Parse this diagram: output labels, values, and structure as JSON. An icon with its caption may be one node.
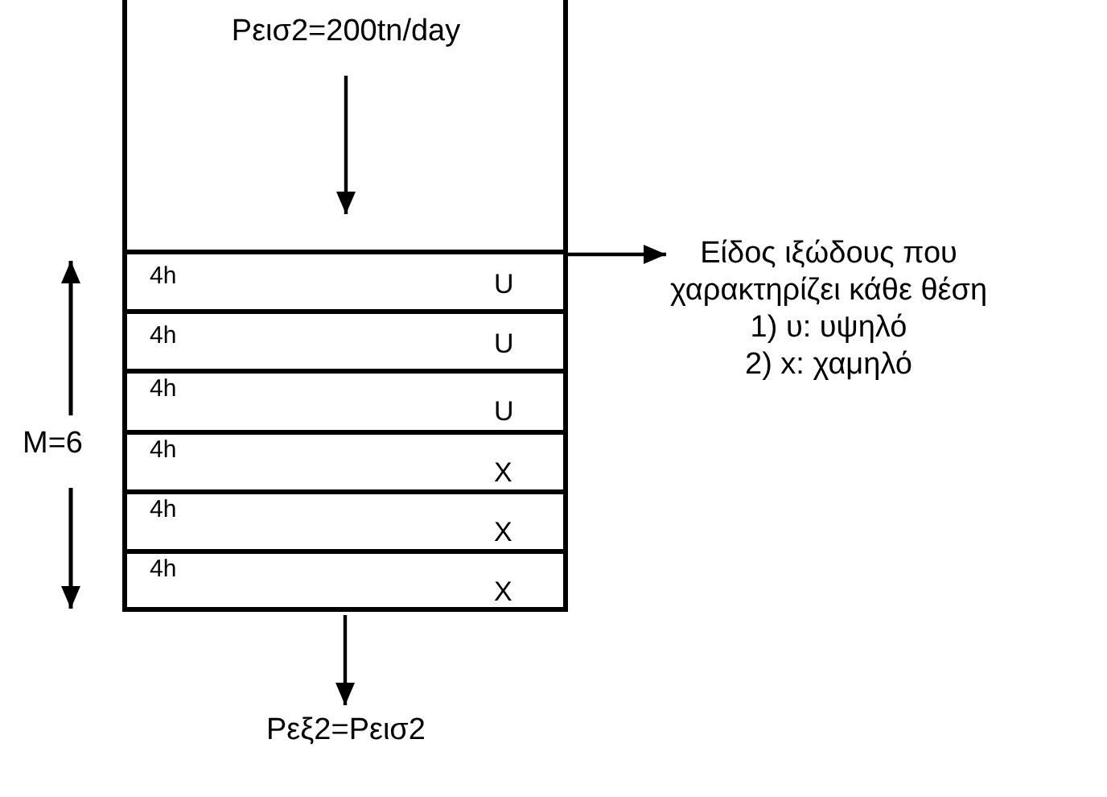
{
  "diagram": {
    "nodes": [
      {
        "text": [
          "Ρεισ2=200tn/day"
        ],
        "in": 1
      },
      {
        "text": [],
        "shape": "box"
      },
      {
        "text": [
          "4h",
          "U"
        ],
        "in": 1
      },
      {
        "text": [
          "4h",
          "U"
        ],
        "in": 1
      },
      {
        "text": [
          "4h",
          "U"
        ],
        "in": 1
      },
      {
        "text": [
          "4h",
          "X"
        ],
        "in": 1
      },
      {
        "text": [
          "4h",
          "X"
        ],
        "in": 1
      },
      {
        "text": [
          "4h",
          "X"
        ],
        "in": 1
      },
      {
        "text": [
          "Είδος ιξώδους που χαρακτηρίζει κάθε θέση",
          "1) υ: υψηλό",
          "2) x: χαμηλό"
        ]
      },
      {
        "text": [
          "Ρεξ2=Ρεισ2"
        ]
      }
    ],
    "edges": [
      {
        "from": 0,
        "to": 2,
        "arrow": "to"
      },
      {
        "from": 2,
        "to": 8,
        "arrow": "to"
      },
      {
        "from": 1,
        "to": 9,
        "arrow": "to"
      }
    ],
    "labels": [
      "M=6"
    ]
  }
}
